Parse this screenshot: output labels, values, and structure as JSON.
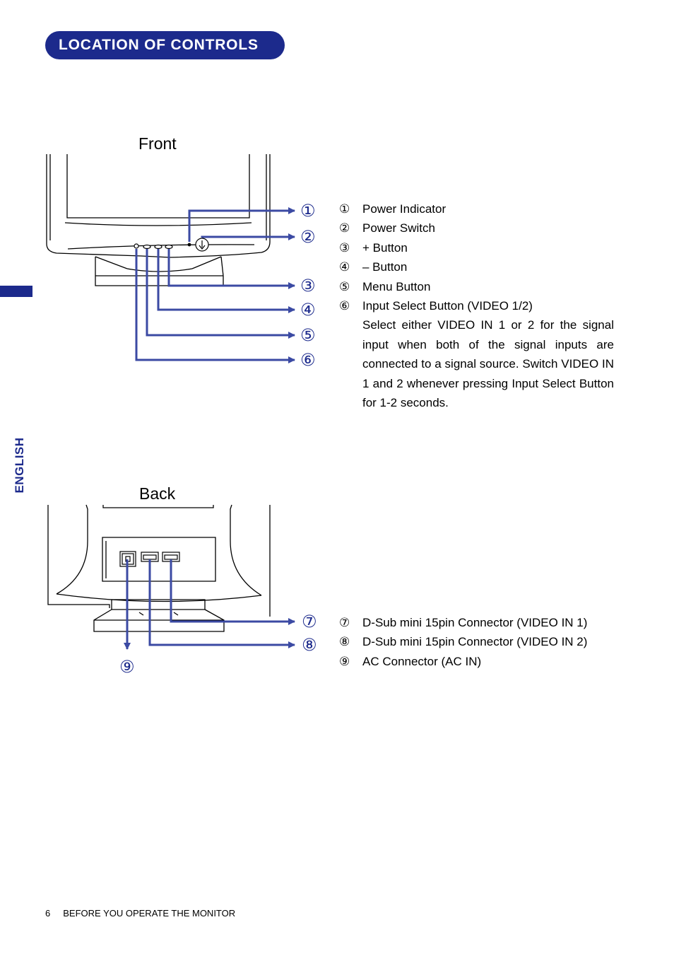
{
  "title": "LOCATION OF CONTROLS",
  "side_tab": "ENGLISH",
  "front": {
    "label": "Front",
    "callouts": [
      "①",
      "②",
      "③",
      "④",
      "⑤",
      "⑥"
    ],
    "items": [
      {
        "num": "①",
        "text": "Power  Indicator"
      },
      {
        "num": "②",
        "text": "Power  Switch"
      },
      {
        "num": "③",
        "text": "+ Button"
      },
      {
        "num": "④",
        "text": "– Button"
      },
      {
        "num": "⑤",
        "text": "Menu Button"
      },
      {
        "num": "⑥",
        "text": "Input Select Button (VIDEO 1/2)"
      }
    ],
    "description": "Select either VIDEO IN 1 or 2 for the signal input when both of the signal inputs are connected to a signal source. Switch VIDEO IN 1 and 2 whenever pressing Input Select Button for 1-2 seconds."
  },
  "back": {
    "label": "Back",
    "callouts": [
      "⑦",
      "⑧",
      "⑨"
    ],
    "items": [
      {
        "num": "⑦",
        "text": "D-Sub mini 15pin Connector (VIDEO IN 1)"
      },
      {
        "num": "⑧",
        "text": "D-Sub mini 15pin Connector (VIDEO IN 2)"
      },
      {
        "num": "⑨",
        "text": "AC Connector (AC IN)"
      }
    ]
  },
  "footer": {
    "page": "6",
    "section": "BEFORE YOU OPERATE THE MONITOR"
  },
  "colors": {
    "accent": "#1c2a8c",
    "line": "#3b4aa3"
  }
}
